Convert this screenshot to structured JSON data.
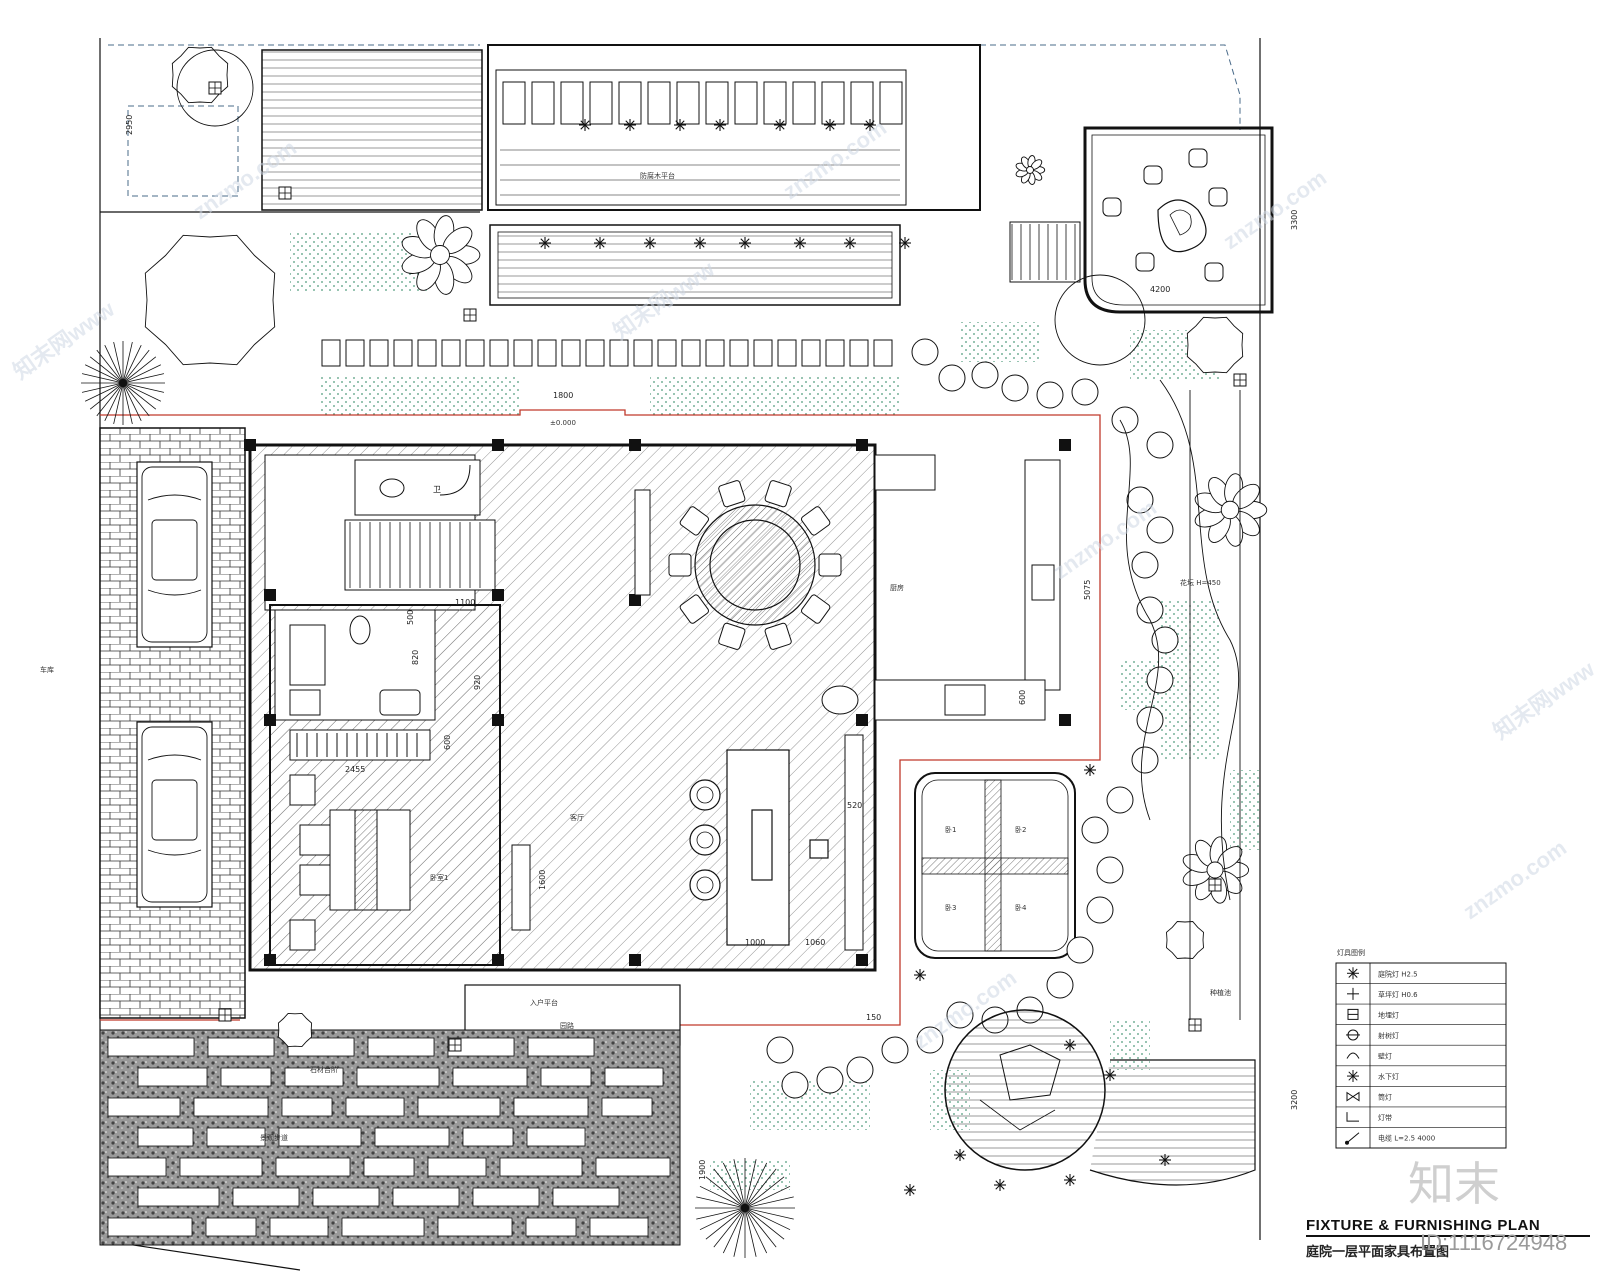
{
  "drawing": {
    "title": "FIXTURE & FURNISHING PLAN",
    "subtitle": "庭院一层平面家具布置图",
    "brand_mark": "知末",
    "drawing_id": "ID:1116724948",
    "watermark": "znzmo.com",
    "watermark_cn": "知末网www"
  },
  "labels": {
    "dim_top": "1800",
    "dim_1100": "1100",
    "dim_500": "500",
    "dim_820": "820",
    "dim_920": "920",
    "dim_600a": "600",
    "dim_600b": "600",
    "dim_2455": "2455",
    "dim_1600": "1600",
    "dim_1000": "1000",
    "dim_1060": "1060",
    "dim_5075": "5075",
    "dim_520": "520",
    "dim_150": "150",
    "dim_2950": "2950",
    "dim_3300": "3300",
    "dim_4200": "4200",
    "dim_3200": "3200",
    "dim_1900": "1900",
    "room_bed": "卧室1",
    "room_living": "客厅",
    "room_kitchen": "厨房",
    "room_garage": "车库",
    "wc": "卫",
    "deck_label": "防腐木平台",
    "garden_level": "±0.000",
    "bed1": "卧1",
    "bed2": "卧2",
    "bed3": "卧3",
    "bed4": "卧4",
    "note_a": "石材台阶",
    "note_b": "景观步道",
    "note_c": "园路",
    "note_d": "种植池",
    "note_e": "花坛 H=450",
    "note_f": "入户平台"
  },
  "legend": {
    "title": "灯具图例",
    "items": [
      {
        "symbol": "star",
        "text": "庭院灯 H2.5"
      },
      {
        "symbol": "plus",
        "text": "草坪灯 H0.6"
      },
      {
        "symbol": "box",
        "text": "地埋灯"
      },
      {
        "symbol": "ring",
        "text": "射树灯"
      },
      {
        "symbol": "arch",
        "text": "壁灯"
      },
      {
        "symbol": "burst",
        "text": "水下灯"
      },
      {
        "symbol": "bowtie",
        "text": "筒灯"
      },
      {
        "symbol": "corner",
        "text": "灯带"
      },
      {
        "symbol": "line",
        "text": "电缆 L=2.5 4000"
      }
    ]
  },
  "colors": {
    "line": "#111111",
    "hatch": "#6b6b6b",
    "grass": "#4f9a7a",
    "boundary": "#c0392b",
    "dash_blue": "#4a6b8a"
  }
}
